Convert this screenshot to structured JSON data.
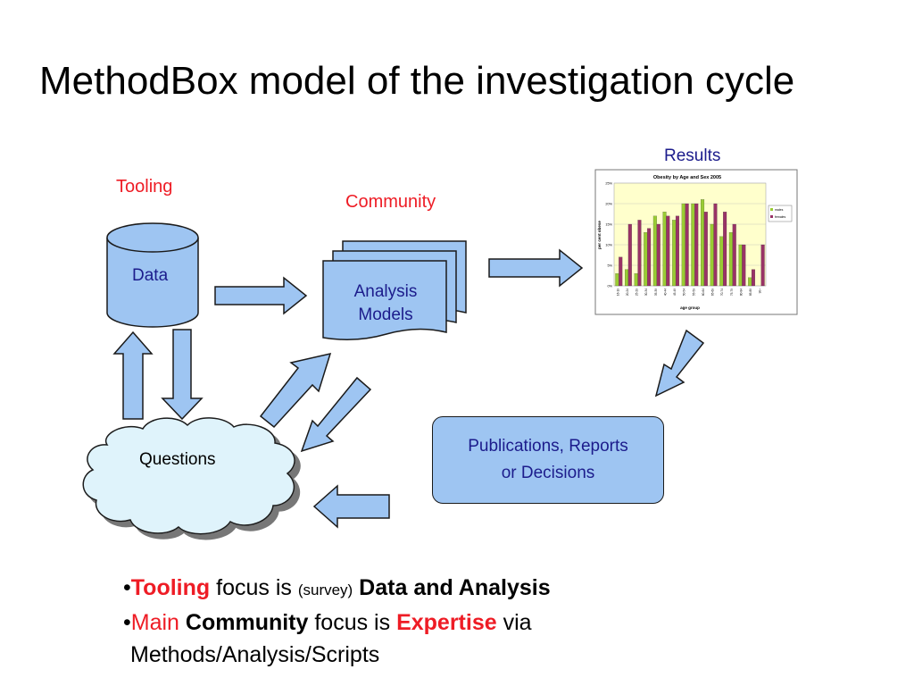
{
  "title": "MethodBox model of the investigation cycle",
  "labels": {
    "tooling": "Tooling",
    "community": "Community",
    "results": "Results",
    "data": "Data",
    "analysis_line1": "Analysis",
    "analysis_line2": "Models",
    "questions": "Questions",
    "publications_line1": "Publications, Reports",
    "publications_line2": "or Decisions"
  },
  "bullets": {
    "b1": {
      "tooling": "Tooling",
      "focus_is": " focus is ",
      "survey": "(survey)",
      "data_analysis": " Data and Analysis"
    },
    "b2": {
      "main": "Main ",
      "community": "Community",
      "focus_is": " focus is ",
      "expertise": "Expertise",
      "via": " via",
      "line2": "Methods/Analysis/Scripts"
    }
  },
  "colors": {
    "shape_fill": "#9ec5f2",
    "text_red": "#ee1c25",
    "text_navy": "#1c1c8c",
    "chart_bg": "#ffffcc",
    "males": "#99cc33",
    "females": "#993366"
  },
  "chart_data": {
    "type": "bar",
    "title": "Obesity by Age and Sex 2005",
    "xlabel": "age group",
    "ylabel": "per cent obese",
    "ylim": [
      0,
      25
    ],
    "yticks": [
      "0%",
      "5%",
      "10%",
      "15%",
      "20%",
      "25%"
    ],
    "categories": [
      "16-19",
      "20-24",
      "25-29",
      "30-34",
      "35-39",
      "40-44",
      "45-49",
      "50-54",
      "55-59",
      "60-64",
      "65-69",
      "70-74",
      "75-79",
      "80-84",
      "85-89",
      "90+"
    ],
    "series": [
      {
        "name": "males",
        "values": [
          3,
          4,
          3,
          13,
          17,
          18,
          16,
          20,
          20,
          21,
          15,
          12,
          13,
          10,
          2,
          0
        ]
      },
      {
        "name": "females",
        "values": [
          7,
          15,
          16,
          14,
          15,
          17,
          17,
          20,
          20,
          18,
          20,
          18,
          15,
          10,
          4,
          10
        ]
      }
    ],
    "legend": "right"
  }
}
